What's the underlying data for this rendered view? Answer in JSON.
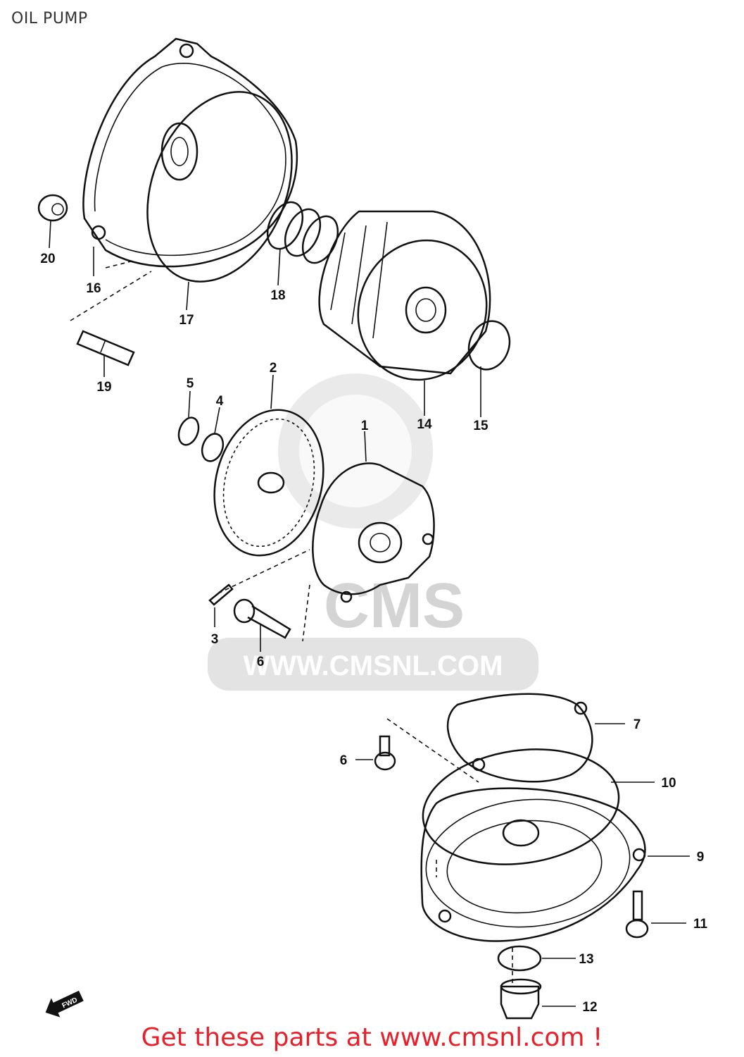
{
  "title": "OIL PUMP",
  "footer": "Get these parts at www.cmsnl.com !",
  "watermark": {
    "brand": "CMS",
    "url": "WWW.CMSNL.COM"
  },
  "direction_badge": "FWD",
  "callouts": {
    "c1": "1",
    "c2": "2",
    "c3": "3",
    "c4": "4",
    "c5": "5",
    "c6a": "6",
    "c6b": "6",
    "c7": "7",
    "c9": "9",
    "c10": "10",
    "c11": "11",
    "c12": "12",
    "c13": "13",
    "c14": "14",
    "c15": "15",
    "c16": "16",
    "c17": "17",
    "c18": "18",
    "c19": "19",
    "c20": "20"
  }
}
